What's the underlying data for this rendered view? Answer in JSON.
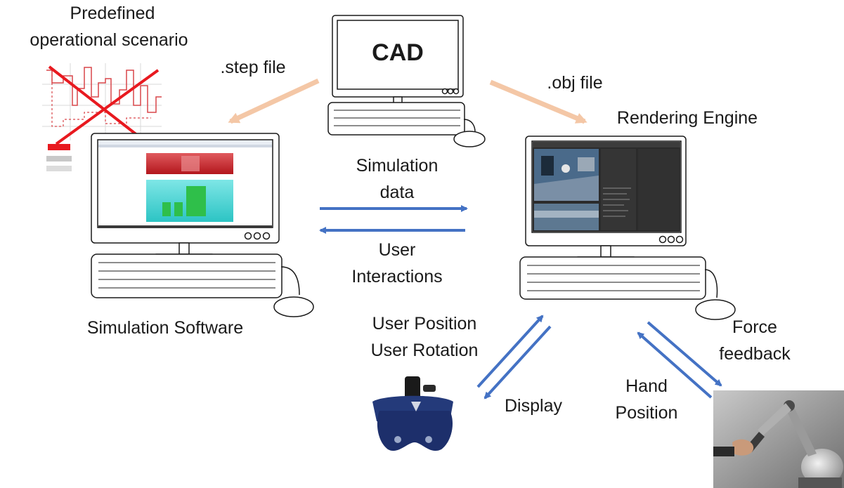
{
  "labels": {
    "predefined_line1": "Predefined",
    "predefined_line2": "operational scenario",
    "step_file": ".step file",
    "cad": "CAD",
    "obj_file": ".obj file",
    "rendering_engine": "Rendering Engine",
    "simulation_data_line1": "Simulation",
    "simulation_data_line2": "data",
    "user_interactions_line1": "User",
    "user_interactions_line2": "Interactions",
    "simulation_software": "Simulation Software",
    "user_position": "User Position",
    "user_rotation": "User Rotation",
    "display": "Display",
    "hand_line1": "Hand",
    "hand_line2": "Position",
    "force_line1": "Force",
    "force_line2": "feedback"
  },
  "colors": {
    "file_arrow": "#f4c7a6",
    "data_arrow": "#4472c4",
    "cross": "#e8191f",
    "sim_top_panel": "#c8282c",
    "sim_bottom_panel": "#5cd6d6",
    "sim_bars": "#2fbf4a",
    "headset": "#1d2f6b"
  }
}
